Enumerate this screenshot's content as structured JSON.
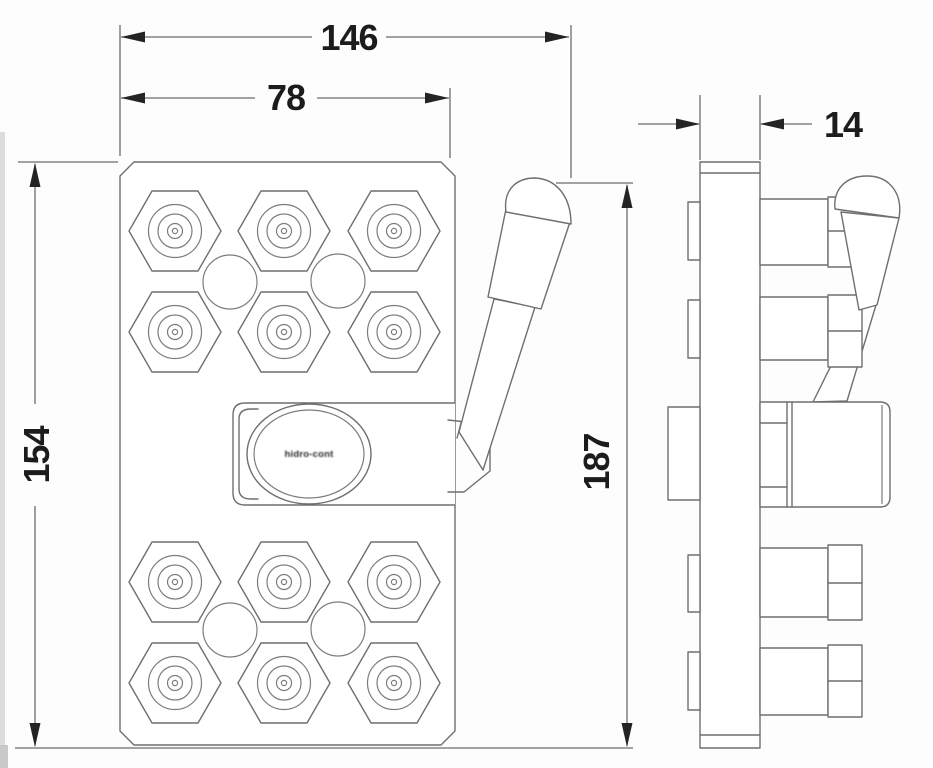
{
  "drawing": {
    "type": "technical-orthographic-drawing",
    "views": {
      "front": "valve mounting plate with 12 hex fittings, center emblem and control lever",
      "side": "plate profile with rear ports, front fittings and control lever"
    },
    "dimensions": {
      "overall_width": "146",
      "plate_width": "78",
      "plate_height": "154",
      "overall_height": "187",
      "plate_thickness": "14"
    },
    "emblem": {
      "text": "hidro-cont"
    },
    "colors": {
      "line": "#6f6f6f",
      "dimension_line": "#6d6d6d",
      "arrow": "#242424",
      "text": "#1c1c1c",
      "background": "#fdfdfd"
    }
  }
}
